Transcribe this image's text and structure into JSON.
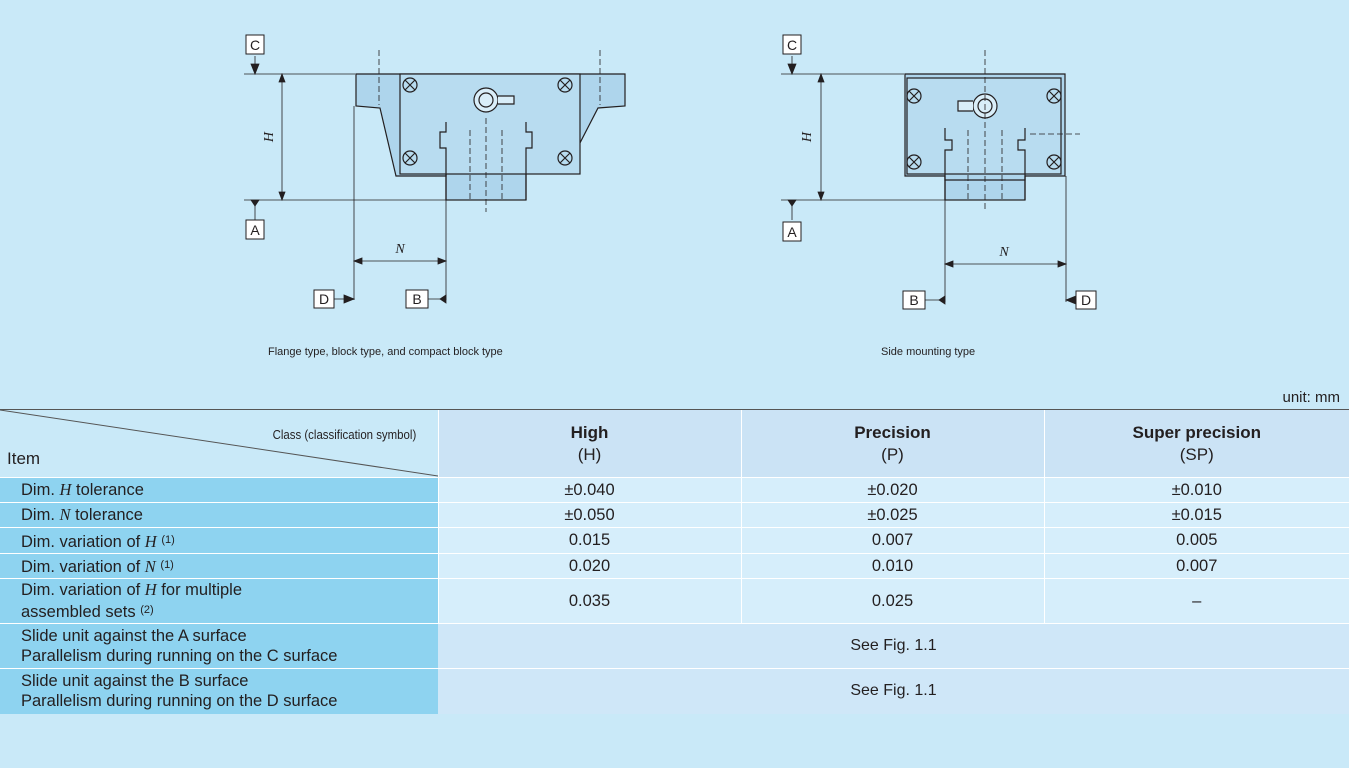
{
  "figures": {
    "left": {
      "caption": "Flange type, block type, and compact block type",
      "labels": {
        "c": "C",
        "a": "A",
        "d": "D",
        "b": "B",
        "h": "H",
        "n": "N"
      }
    },
    "right": {
      "caption": "Side mounting type",
      "labels": {
        "c": "C",
        "a": "A",
        "d": "D",
        "b": "B",
        "h": "H",
        "n": "N"
      }
    }
  },
  "unit": "unit: mm",
  "table": {
    "corner_top": "Class (classification symbol)",
    "corner_bottom": "Item",
    "columns": [
      {
        "name": "High",
        "symbol": "(H)"
      },
      {
        "name": "Precision",
        "symbol": "(P)"
      },
      {
        "name": "Super precision",
        "symbol": "(SP)"
      }
    ],
    "rows": [
      {
        "label_pre": "Dim. ",
        "label_var": "H",
        "label_post": " tolerance",
        "note": "",
        "values": [
          "±0.040",
          "±0.020",
          "±0.010"
        ]
      },
      {
        "label_pre": "Dim. ",
        "label_var": "N",
        "label_post": " tolerance",
        "note": "",
        "values": [
          "±0.050",
          "±0.025",
          "±0.015"
        ]
      },
      {
        "label_pre": "Dim. variation of ",
        "label_var": "H",
        "label_post": "",
        "note": "(1)",
        "values": [
          "0.015",
          "0.007",
          "0.005"
        ]
      },
      {
        "label_pre": "Dim. variation of ",
        "label_var": "N",
        "label_post": "",
        "note": "(1)",
        "values": [
          "0.020",
          "0.010",
          "0.007"
        ]
      }
    ],
    "multi_row": {
      "line1_pre": "Dim. variation of ",
      "line1_var": "H",
      "line1_post": " for multiple",
      "line2": "assembled sets ",
      "note": "(2)",
      "values": [
        "0.035",
        "0.025",
        "–"
      ]
    },
    "parallel_rows": [
      {
        "line1": "Slide unit against the A surface",
        "line2": "Parallelism during running on the C surface",
        "value": "See Fig. 1.1"
      },
      {
        "line1": "Slide unit against the B surface",
        "line2": "Parallelism during running on the D surface",
        "value": "See Fig. 1.1"
      }
    ]
  }
}
